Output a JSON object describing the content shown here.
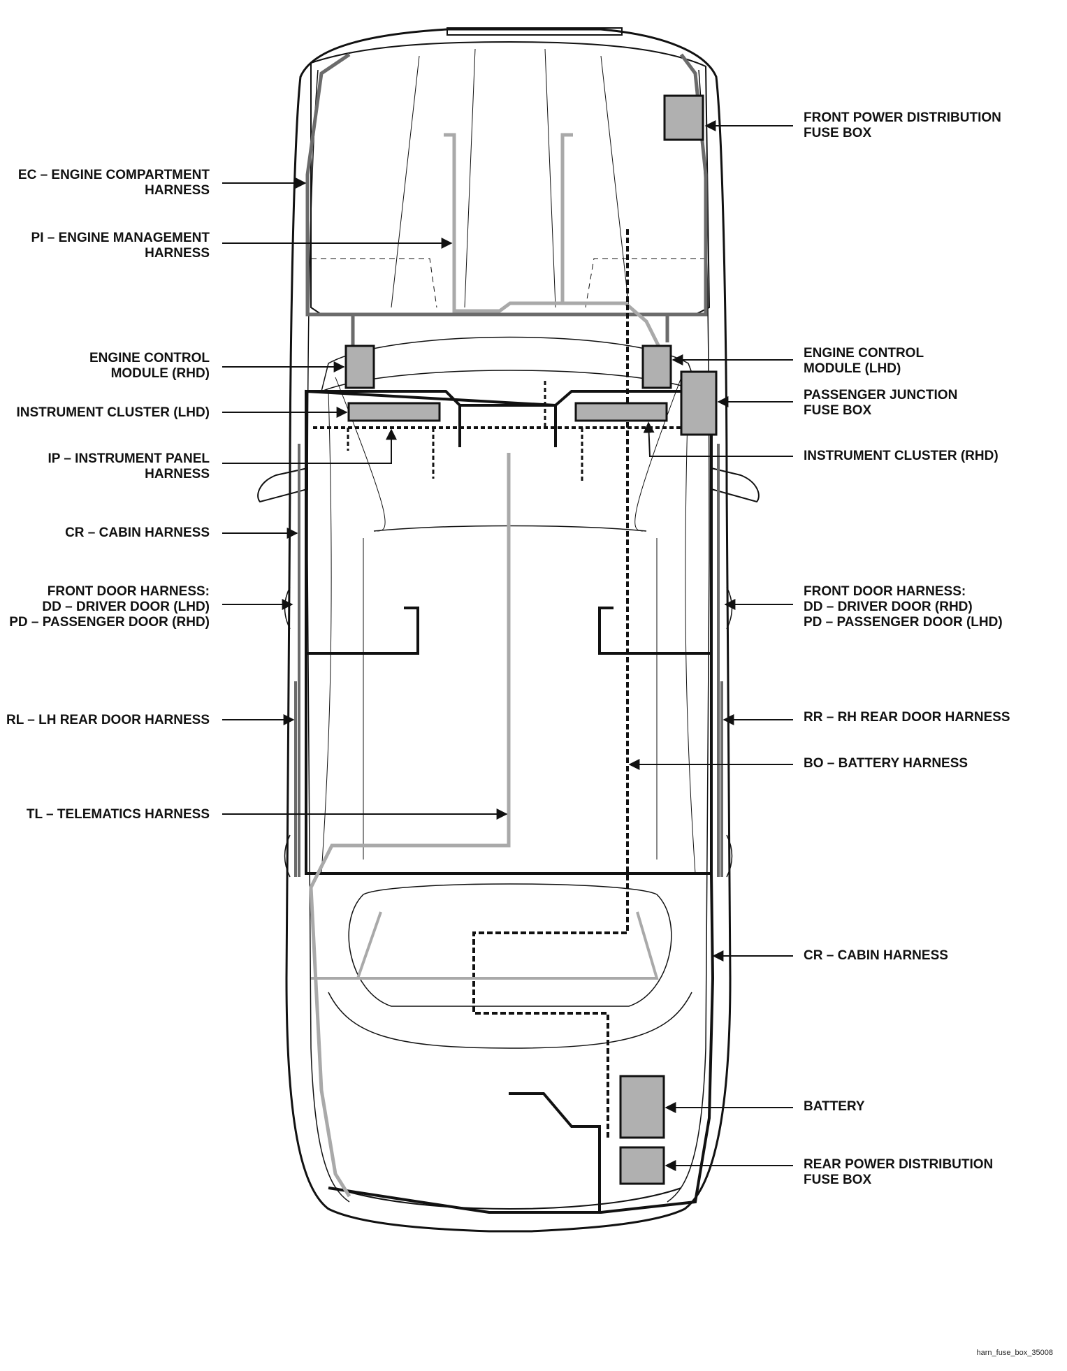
{
  "labels": {
    "front_pdb": [
      "FRONT POWER DISTRIBUTION",
      "FUSE BOX"
    ],
    "ec": [
      "EC – ENGINE COMPARTMENT",
      "HARNESS"
    ],
    "pi": [
      "PI – ENGINE MANAGEMENT",
      "HARNESS"
    ],
    "ecm_rhd": [
      "ENGINE CONTROL",
      "MODULE (RHD)"
    ],
    "ecm_lhd": [
      "ENGINE CONTROL",
      "MODULE (LHD)"
    ],
    "passenger_jfb": [
      "PASSENGER JUNCTION",
      "FUSE BOX"
    ],
    "ic_lhd": [
      "INSTRUMENT CLUSTER (LHD)"
    ],
    "ic_rhd": [
      "INSTRUMENT CLUSTER (RHD)"
    ],
    "ip": [
      "IP – INSTRUMENT PANEL",
      "HARNESS"
    ],
    "cr_front": [
      "CR – CABIN HARNESS"
    ],
    "front_door_left": [
      "FRONT DOOR HARNESS:",
      "DD – DRIVER DOOR (LHD)",
      "PD – PASSENGER DOOR (RHD)"
    ],
    "front_door_right": [
      "FRONT DOOR HARNESS:",
      "DD – DRIVER DOOR (RHD)",
      "PD – PASSENGER DOOR (LHD)"
    ],
    "rl": [
      "RL – LH REAR DOOR HARNESS"
    ],
    "rr": [
      "RR – RH REAR DOOR HARNESS"
    ],
    "bo": [
      "BO – BATTERY HARNESS"
    ],
    "tl": [
      "TL – TELEMATICS HARNESS"
    ],
    "cr_rear": [
      "CR – CABIN HARNESS"
    ],
    "battery": [
      "BATTERY"
    ],
    "rear_pdb": [
      "REAR POWER DISTRIBUTION",
      "FUSE BOX"
    ]
  },
  "doc_id": "harn_fuse_box_35008",
  "colors": {
    "outline": "#111111",
    "harness_grey": "#a9a9a9",
    "harness_dark_grey": "#6b6b6b",
    "component_fill": "#b0b0b0"
  }
}
